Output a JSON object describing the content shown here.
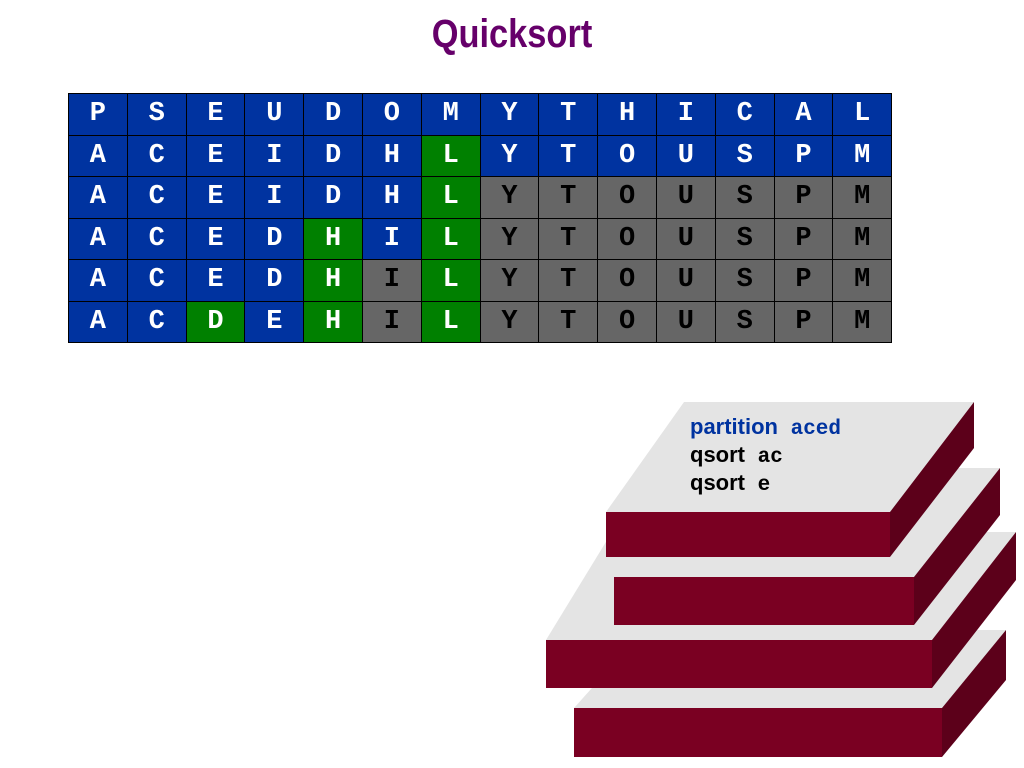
{
  "title": "Quicksort",
  "colors": {
    "title": "#66006a",
    "blue": "#0033a0",
    "green": "#008000",
    "gray": "#666666",
    "stack_top": "#e4e4e4",
    "stack_front": "#7a0022",
    "stack_side": "#5c001a",
    "partition_text": "#0033a0",
    "qsort_text": "#000000"
  },
  "legend_codes": {
    "b": "blue cell, white letter",
    "g": "green cell, white letter",
    "x": "gray cell, black letter"
  },
  "grid": {
    "rows": [
      {
        "letters": [
          "P",
          "S",
          "E",
          "U",
          "D",
          "O",
          "M",
          "Y",
          "T",
          "H",
          "I",
          "C",
          "A",
          "L"
        ],
        "colors": [
          "b",
          "b",
          "b",
          "b",
          "b",
          "b",
          "b",
          "b",
          "b",
          "b",
          "b",
          "b",
          "b",
          "b"
        ]
      },
      {
        "letters": [
          "A",
          "C",
          "E",
          "I",
          "D",
          "H",
          "L",
          "Y",
          "T",
          "O",
          "U",
          "S",
          "P",
          "M"
        ],
        "colors": [
          "b",
          "b",
          "b",
          "b",
          "b",
          "b",
          "g",
          "b",
          "b",
          "b",
          "b",
          "b",
          "b",
          "b"
        ]
      },
      {
        "letters": [
          "A",
          "C",
          "E",
          "I",
          "D",
          "H",
          "L",
          "Y",
          "T",
          "O",
          "U",
          "S",
          "P",
          "M"
        ],
        "colors": [
          "b",
          "b",
          "b",
          "b",
          "b",
          "b",
          "g",
          "x",
          "x",
          "x",
          "x",
          "x",
          "x",
          "x"
        ]
      },
      {
        "letters": [
          "A",
          "C",
          "E",
          "D",
          "H",
          "I",
          "L",
          "Y",
          "T",
          "O",
          "U",
          "S",
          "P",
          "M"
        ],
        "colors": [
          "b",
          "b",
          "b",
          "b",
          "g",
          "b",
          "g",
          "x",
          "x",
          "x",
          "x",
          "x",
          "x",
          "x"
        ]
      },
      {
        "letters": [
          "A",
          "C",
          "E",
          "D",
          "H",
          "I",
          "L",
          "Y",
          "T",
          "O",
          "U",
          "S",
          "P",
          "M"
        ],
        "colors": [
          "b",
          "b",
          "b",
          "b",
          "g",
          "x",
          "g",
          "x",
          "x",
          "x",
          "x",
          "x",
          "x",
          "x"
        ]
      },
      {
        "letters": [
          "A",
          "C",
          "D",
          "E",
          "H",
          "I",
          "L",
          "Y",
          "T",
          "O",
          "U",
          "S",
          "P",
          "M"
        ],
        "colors": [
          "b",
          "b",
          "g",
          "b",
          "g",
          "x",
          "g",
          "x",
          "x",
          "x",
          "x",
          "x",
          "x",
          "x"
        ]
      }
    ]
  },
  "call_stack": {
    "lines": [
      {
        "cmd": "partition",
        "arg": "aced",
        "style": "partition"
      },
      {
        "cmd": "qsort",
        "arg": "ac",
        "style": "qsort"
      },
      {
        "cmd": "qsort",
        "arg": "e",
        "style": "qsort"
      }
    ]
  }
}
